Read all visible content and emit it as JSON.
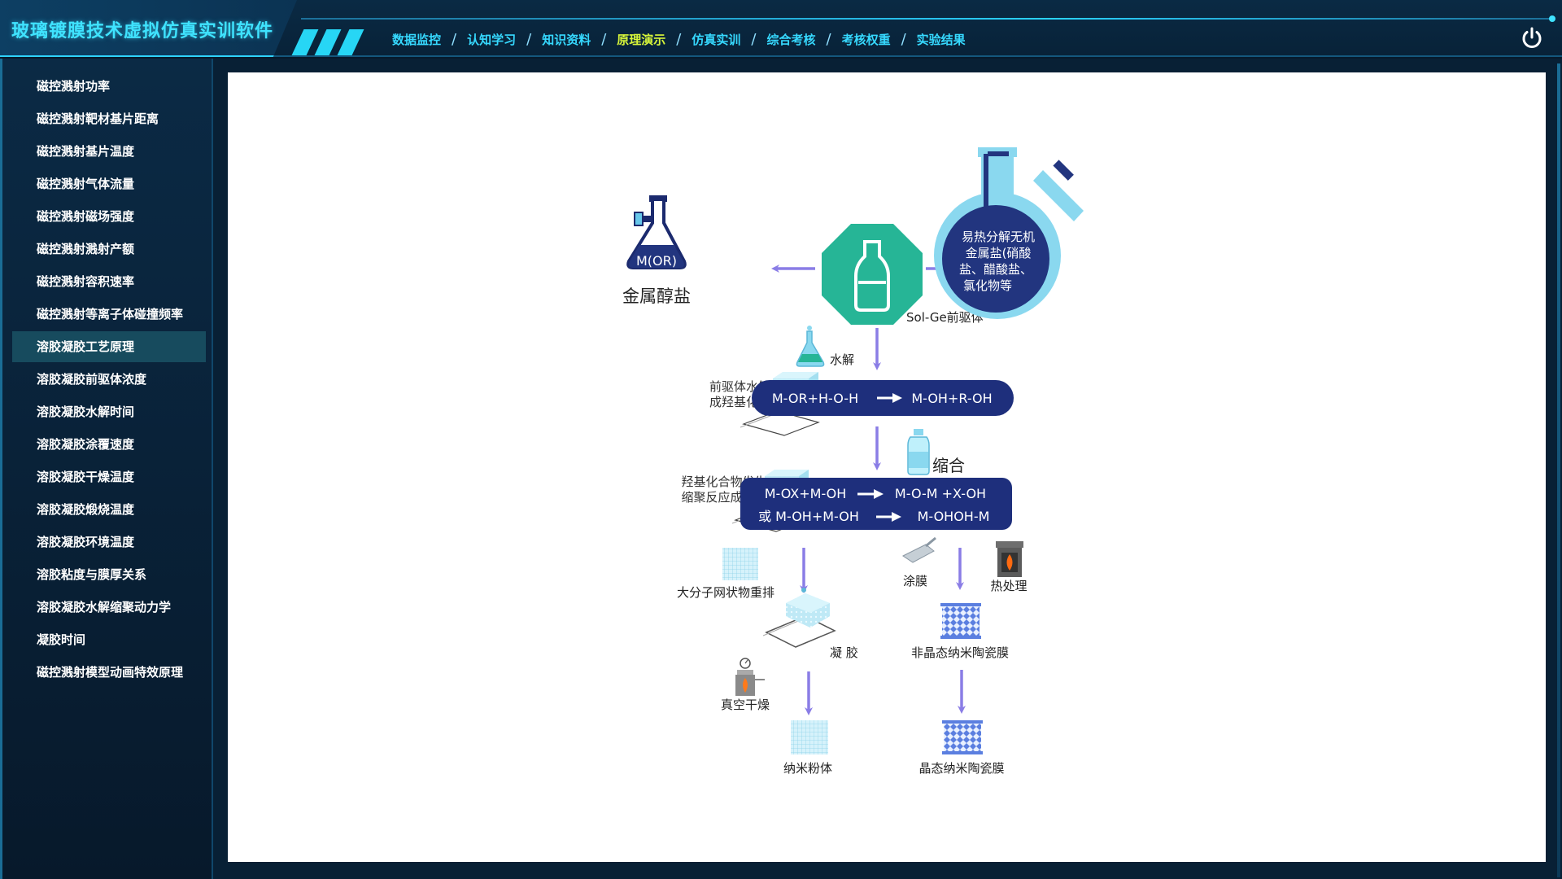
{
  "app": {
    "title": "玻璃镀膜技术虚拟仿真实训软件"
  },
  "nav": {
    "items": [
      {
        "label": "数据监控",
        "name": "nav-data-monitor"
      },
      {
        "label": "认知学习",
        "name": "nav-cognitive-learning"
      },
      {
        "label": "知识资料",
        "name": "nav-knowledge-material"
      },
      {
        "label": "原理演示",
        "name": "nav-principle-demo",
        "active": true
      },
      {
        "label": "仿真实训",
        "name": "nav-simulation-training"
      },
      {
        "label": "综合考核",
        "name": "nav-comprehensive-exam"
      },
      {
        "label": "考核权重",
        "name": "nav-exam-weight"
      },
      {
        "label": "实验结果",
        "name": "nav-experiment-result"
      }
    ],
    "separator": "/"
  },
  "sidebar": {
    "items": [
      "磁控溅射功率",
      "磁控溅射靶材基片距离",
      "磁控溅射基片温度",
      "磁控溅射气体流量",
      "磁控溅射磁场强度",
      "磁控溅射溅射产额",
      "磁控溅射容积速率",
      "磁控溅射等离子体碰撞频率",
      "溶胶凝胶工艺原理",
      "溶胶凝胶前驱体浓度",
      "溶胶凝胶水解时间",
      "溶胶凝胶涂覆速度",
      "溶胶凝胶干燥温度",
      "溶胶凝胶煅烧温度",
      "溶胶凝胶环境温度",
      "溶胶粘度与膜厚关系",
      "溶胶凝胶水解缩聚动力学",
      "凝胶时间",
      "磁控溅射模型动画特效原理"
    ],
    "active_index": 8
  },
  "diagram": {
    "flask_label": "M(OR)",
    "metal_alkoxide": "金属醇盐",
    "precursor": "Sol-Ge前驱体",
    "inorganic_line1": "易热分解无机",
    "inorganic_line2": "金属盐(硝酸",
    "inorganic_line3": "盐、醋酸盐、",
    "inorganic_line4": "氯化物等",
    "hydrolysis": "水解",
    "hydrolysis_desc1": "前驱体水解形",
    "hydrolysis_desc2": "成羟基化合物",
    "eq1_left": "M-OR+H-O-H",
    "eq1_right": "M-OH+R-OH",
    "condensation": "缩合",
    "cond_desc1": "羟基化合物发生",
    "cond_desc2": "缩聚反应成溶胶",
    "eq2_left": "M-OX+M-OH",
    "eq2_right": "M-O-M +X-OH",
    "eq3_left": "或 M-OH+M-OH",
    "eq3_right": "M-OHOH-M",
    "network": "大分子网状物重排",
    "coating": "涂膜",
    "heat": "热处理",
    "gel": "凝 胶",
    "amorphous": "非晶态纳米陶瓷膜",
    "vacuum": "真空干燥",
    "powder": "纳米粉体",
    "crystal": "晶态纳米陶瓷膜"
  },
  "colors": {
    "accent": "#36d9ff",
    "active_nav": "#d6f53a",
    "arrow": "#8a7de6",
    "navy": "#1e2f7c",
    "teal": "#26b596",
    "light_blue": "#8ad8ef"
  }
}
